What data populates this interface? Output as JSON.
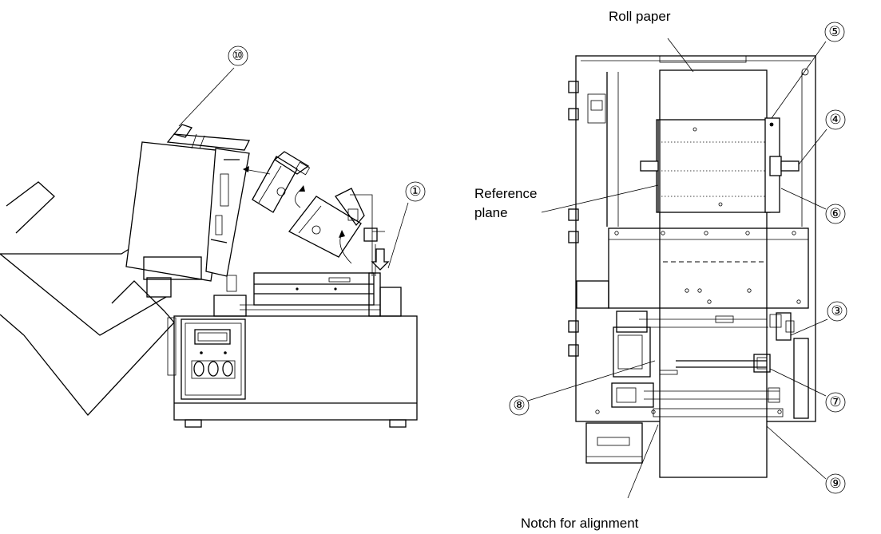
{
  "labels": {
    "roll_paper": "Roll paper",
    "reference_plane_line1": "Reference",
    "reference_plane_line2": "plane",
    "notch": "Notch for alignment"
  },
  "callouts": {
    "c1": "①",
    "c3": "③",
    "c4": "④",
    "c5": "⑤",
    "c6": "⑥",
    "c7": "⑦",
    "c8": "⑧",
    "c9": "⑨",
    "c10": "⑩"
  }
}
